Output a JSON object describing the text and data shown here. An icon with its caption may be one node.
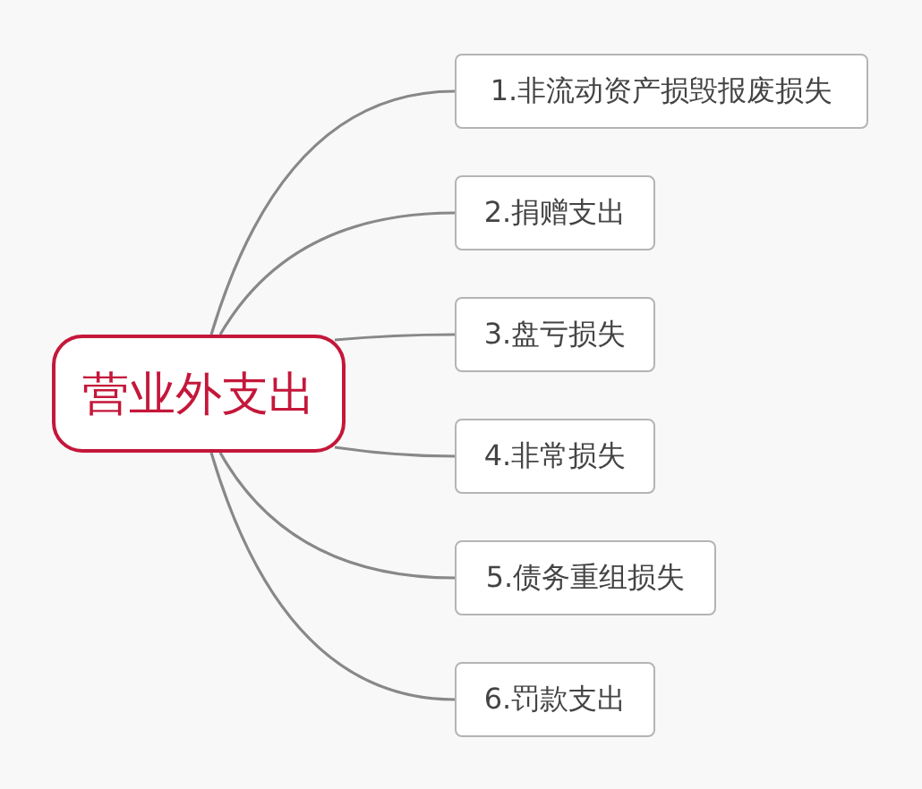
{
  "diagram": {
    "nodes": [
      {
        "text": [
          "营业外支出"
        ]
      },
      {
        "text": [
          "1.非流动资产损毁报废损失"
        ]
      },
      {
        "text": [
          "2.捐赠支出"
        ]
      },
      {
        "text": [
          "3.盘亏损失"
        ]
      },
      {
        "text": [
          "4.非常损失"
        ]
      },
      {
        "text": [
          "5.债务重组损失"
        ]
      },
      {
        "text": [
          "6.罚款支出"
        ]
      }
    ],
    "edges": [
      {
        "from": 0,
        "to": 1,
        "arrow": "none"
      },
      {
        "from": 0,
        "to": 2,
        "arrow": "none"
      },
      {
        "from": 0,
        "to": 3,
        "arrow": "none"
      },
      {
        "from": 0,
        "to": 4,
        "arrow": "none"
      },
      {
        "from": 0,
        "to": 5,
        "arrow": "none"
      },
      {
        "from": 0,
        "to": 6,
        "arrow": "none"
      }
    ]
  }
}
